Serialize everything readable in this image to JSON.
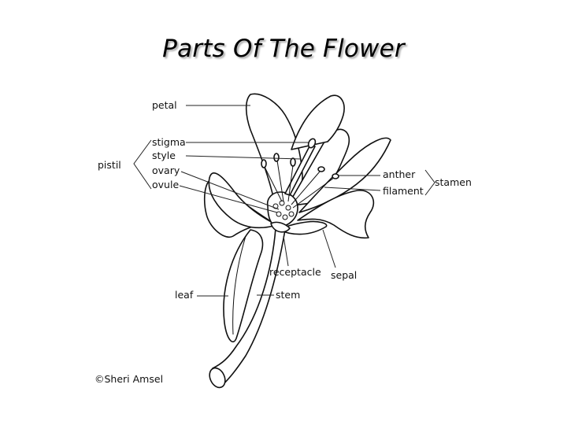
{
  "title": "Parts Of The Flower",
  "labels": {
    "petal": "petal",
    "stigma": "stigma",
    "style": "style",
    "ovary": "ovary",
    "ovule": "ovule",
    "pistil": "pistil",
    "anther": "anther",
    "filament": "filament",
    "stamen": "stamen",
    "receptacle": "receptacle",
    "sepal": "sepal",
    "leaf": "leaf",
    "stem": "stem"
  },
  "credit": "©Sheri Amsel"
}
